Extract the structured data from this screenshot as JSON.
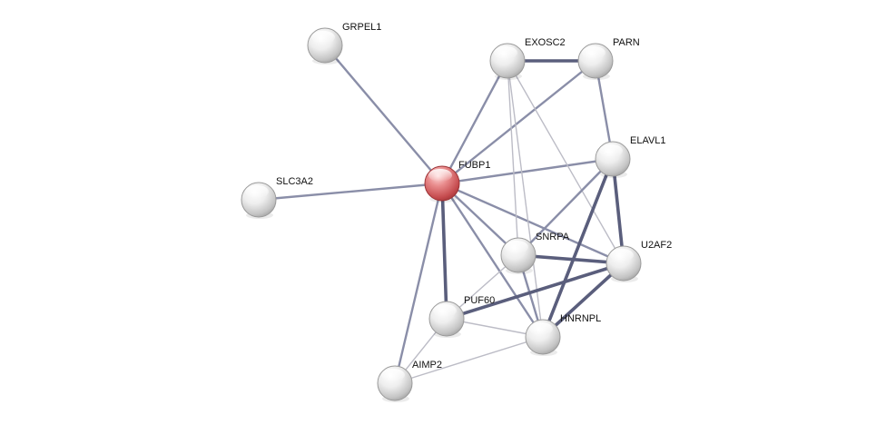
{
  "network": {
    "nodes": [
      {
        "id": "FUBP1",
        "label": "FUBP1",
        "query": true
      },
      {
        "id": "GRPEL1",
        "label": "GRPEL1",
        "query": false
      },
      {
        "id": "EXOSC2",
        "label": "EXOSC2",
        "query": false
      },
      {
        "id": "PARN",
        "label": "PARN",
        "query": false
      },
      {
        "id": "ELAVL1",
        "label": "ELAVL1",
        "query": false
      },
      {
        "id": "SLC3A2",
        "label": "SLC3A2",
        "query": false
      },
      {
        "id": "SNRPA",
        "label": "SNRPA",
        "query": false
      },
      {
        "id": "U2AF2",
        "label": "U2AF2",
        "query": false
      },
      {
        "id": "PUF60",
        "label": "PUF60",
        "query": false
      },
      {
        "id": "HNRNPL",
        "label": "HNRNPL",
        "query": false
      },
      {
        "id": "AIMP2",
        "label": "AIMP2",
        "query": false
      }
    ],
    "edges": [
      {
        "from": "FUBP1",
        "to": "GRPEL1",
        "weight": "medium"
      },
      {
        "from": "FUBP1",
        "to": "SLC3A2",
        "weight": "medium"
      },
      {
        "from": "FUBP1",
        "to": "EXOSC2",
        "weight": "medium"
      },
      {
        "from": "FUBP1",
        "to": "PARN",
        "weight": "medium"
      },
      {
        "from": "FUBP1",
        "to": "ELAVL1",
        "weight": "medium"
      },
      {
        "from": "FUBP1",
        "to": "SNRPA",
        "weight": "medium"
      },
      {
        "from": "FUBP1",
        "to": "U2AF2",
        "weight": "medium"
      },
      {
        "from": "FUBP1",
        "to": "PUF60",
        "weight": "strong"
      },
      {
        "from": "FUBP1",
        "to": "HNRNPL",
        "weight": "medium"
      },
      {
        "from": "FUBP1",
        "to": "AIMP2",
        "weight": "medium"
      },
      {
        "from": "EXOSC2",
        "to": "PARN",
        "weight": "strong"
      },
      {
        "from": "EXOSC2",
        "to": "SNRPA",
        "weight": "light"
      },
      {
        "from": "EXOSC2",
        "to": "U2AF2",
        "weight": "light"
      },
      {
        "from": "EXOSC2",
        "to": "HNRNPL",
        "weight": "light"
      },
      {
        "from": "PARN",
        "to": "ELAVL1",
        "weight": "medium"
      },
      {
        "from": "ELAVL1",
        "to": "SNRPA",
        "weight": "medium"
      },
      {
        "from": "ELAVL1",
        "to": "U2AF2",
        "weight": "strong"
      },
      {
        "from": "ELAVL1",
        "to": "HNRNPL",
        "weight": "strong"
      },
      {
        "from": "SNRPA",
        "to": "U2AF2",
        "weight": "strong"
      },
      {
        "from": "SNRPA",
        "to": "PUF60",
        "weight": "light"
      },
      {
        "from": "SNRPA",
        "to": "HNRNPL",
        "weight": "medium"
      },
      {
        "from": "U2AF2",
        "to": "PUF60",
        "weight": "strong"
      },
      {
        "from": "U2AF2",
        "to": "HNRNPL",
        "weight": "strong"
      },
      {
        "from": "PUF60",
        "to": "HNRNPL",
        "weight": "light"
      },
      {
        "from": "PUF60",
        "to": "AIMP2",
        "weight": "light"
      },
      {
        "from": "HNRNPL",
        "to": "AIMP2",
        "weight": "light"
      }
    ],
    "colors": {
      "query_node": "#d9595c",
      "neighbor_node": "#e6e6e6",
      "edge_light": "#bcbcc6",
      "edge_medium": "#8a8ea8",
      "edge_strong": "#5a5e7c"
    }
  }
}
